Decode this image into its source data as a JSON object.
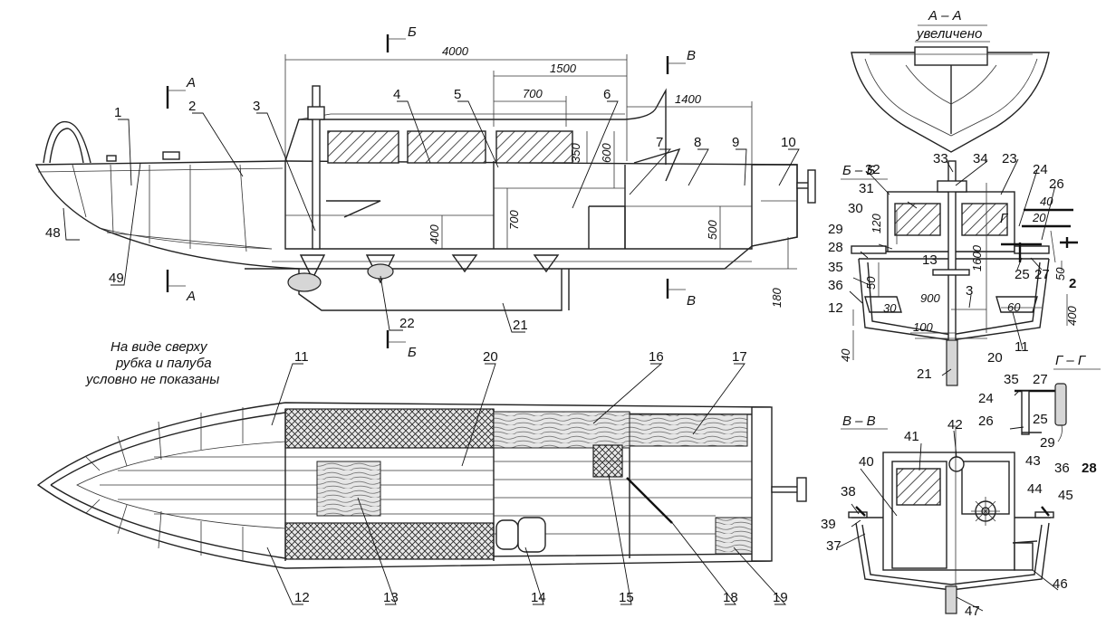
{
  "labels": [
    "1",
    "2",
    "3",
    "4",
    "5",
    "6",
    "7",
    "8",
    "9",
    "10",
    "11",
    "12",
    "13",
    "14",
    "15",
    "16",
    "17",
    "18",
    "19",
    "20",
    "21",
    "22",
    "23",
    "24",
    "25",
    "26",
    "27",
    "28",
    "29",
    "30",
    "31",
    "32",
    "33",
    "34",
    "35",
    "36",
    "37",
    "38",
    "39",
    "40",
    "41",
    "42",
    "43",
    "44",
    "45",
    "46",
    "47",
    "48",
    "49"
  ],
  "dims": {
    "d4000": "4000",
    "d1500": "1500",
    "d700": "700",
    "d1400": "1400",
    "d350": "350",
    "d600": "600",
    "d700v": "700",
    "d400": "400",
    "d500": "500",
    "d180": "180",
    "bb120": "120",
    "bb1600": "1600",
    "bb50": "50",
    "bb900": "900",
    "bb30": "30",
    "bb100": "100",
    "bb60": "60",
    "bb400": "400",
    "bb40": "40",
    "gg40": "40",
    "gg20": "20",
    "gg50": "50",
    "gg2": "2"
  },
  "sections": {
    "aa_title": "А – А",
    "aa_sub": "увеличено",
    "bb_title": "Б – Б",
    "vv_title": "В – В",
    "gg_title": "Г – Г",
    "cut_a": "А",
    "cut_b": "Б",
    "cut_v": "В",
    "cut_g": "Г"
  },
  "note": [
    "На виде сверху",
    "рубка и палуба",
    "условно не показаны"
  ]
}
